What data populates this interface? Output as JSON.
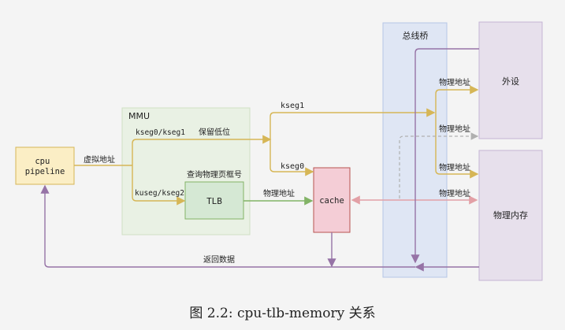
{
  "nodes": {
    "cpu": "cpu\npipeline",
    "mmu": "MMU",
    "tlb": "TLB",
    "cache": "cache",
    "bus": "总线桥",
    "peripheral": "外设",
    "memory": "物理内存"
  },
  "edges": {
    "virtual_addr": "虚拟地址",
    "kseg01": "kseg0/kseg1",
    "keep_low": "保留低位",
    "kuseg": "kuseg/kseg2",
    "query_pfn": "查询物理页框号",
    "kseg1": "kseg1",
    "kseg0": "kseg0",
    "phys_tlb_cache": "物理地址",
    "phys_to_periph": "物理地址",
    "phys_dashed": "物理地址",
    "phys_to_mem": "物理地址",
    "phys_cache_mem": "物理地址",
    "return_data": "返回数据"
  },
  "colors": {
    "gold": "#d6b656",
    "green": "#82b366",
    "pink": "#e2a0a6",
    "purple": "#9673a6",
    "gray": "#b0b0b0"
  },
  "caption": "图 2.2: cpu-tlb-memory 关系"
}
